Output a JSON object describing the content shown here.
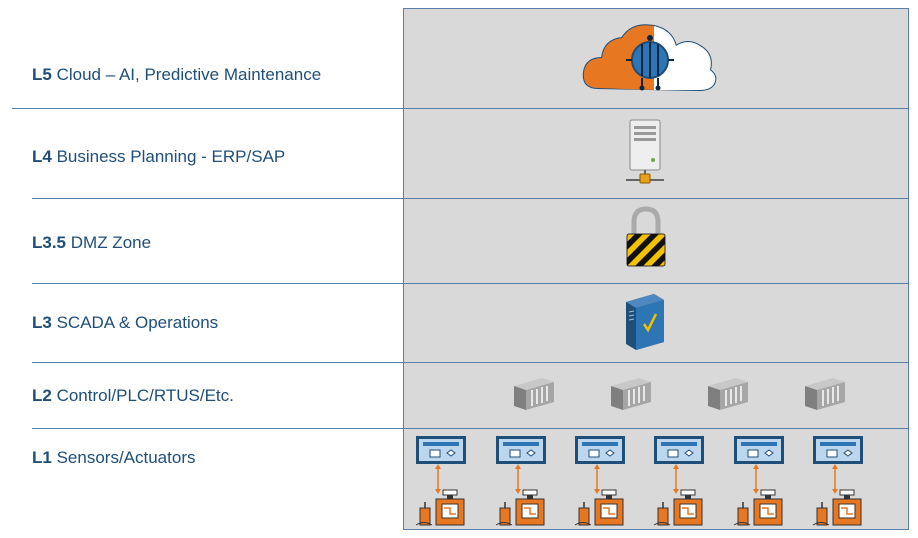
{
  "layers": [
    {
      "id": "L5",
      "code": "L5",
      "text": "Cloud – AI, Predictive Maintenance",
      "icon": "cloud-ai-icon"
    },
    {
      "id": "L4",
      "code": "L4",
      "text": "Business Planning - ERP/SAP",
      "icon": "server-icon"
    },
    {
      "id": "L3_5",
      "code": "L3.5",
      "text": "DMZ Zone",
      "icon": "padlock-icon"
    },
    {
      "id": "L3",
      "code": "L3",
      "text": "SCADA & Operations",
      "icon": "scada-server-icon"
    },
    {
      "id": "L2",
      "code": "L2",
      "text": "Control/PLC/RTUS/Etc.",
      "icon": "plc-icon"
    },
    {
      "id": "L1",
      "code": "L1",
      "text": "Sensors/Actuators",
      "icon": "sensor-actuator-icon"
    }
  ],
  "colors": {
    "label_text": "#1f4e79",
    "panel_bg": "#d9d9d9",
    "divider": "#5b7fa8",
    "cloud_orange": "#e87722",
    "cloud_blue": "#1f4e79",
    "device_orange": "#e87722"
  },
  "counts": {
    "plc_units": 4,
    "sensor_units": 6
  }
}
